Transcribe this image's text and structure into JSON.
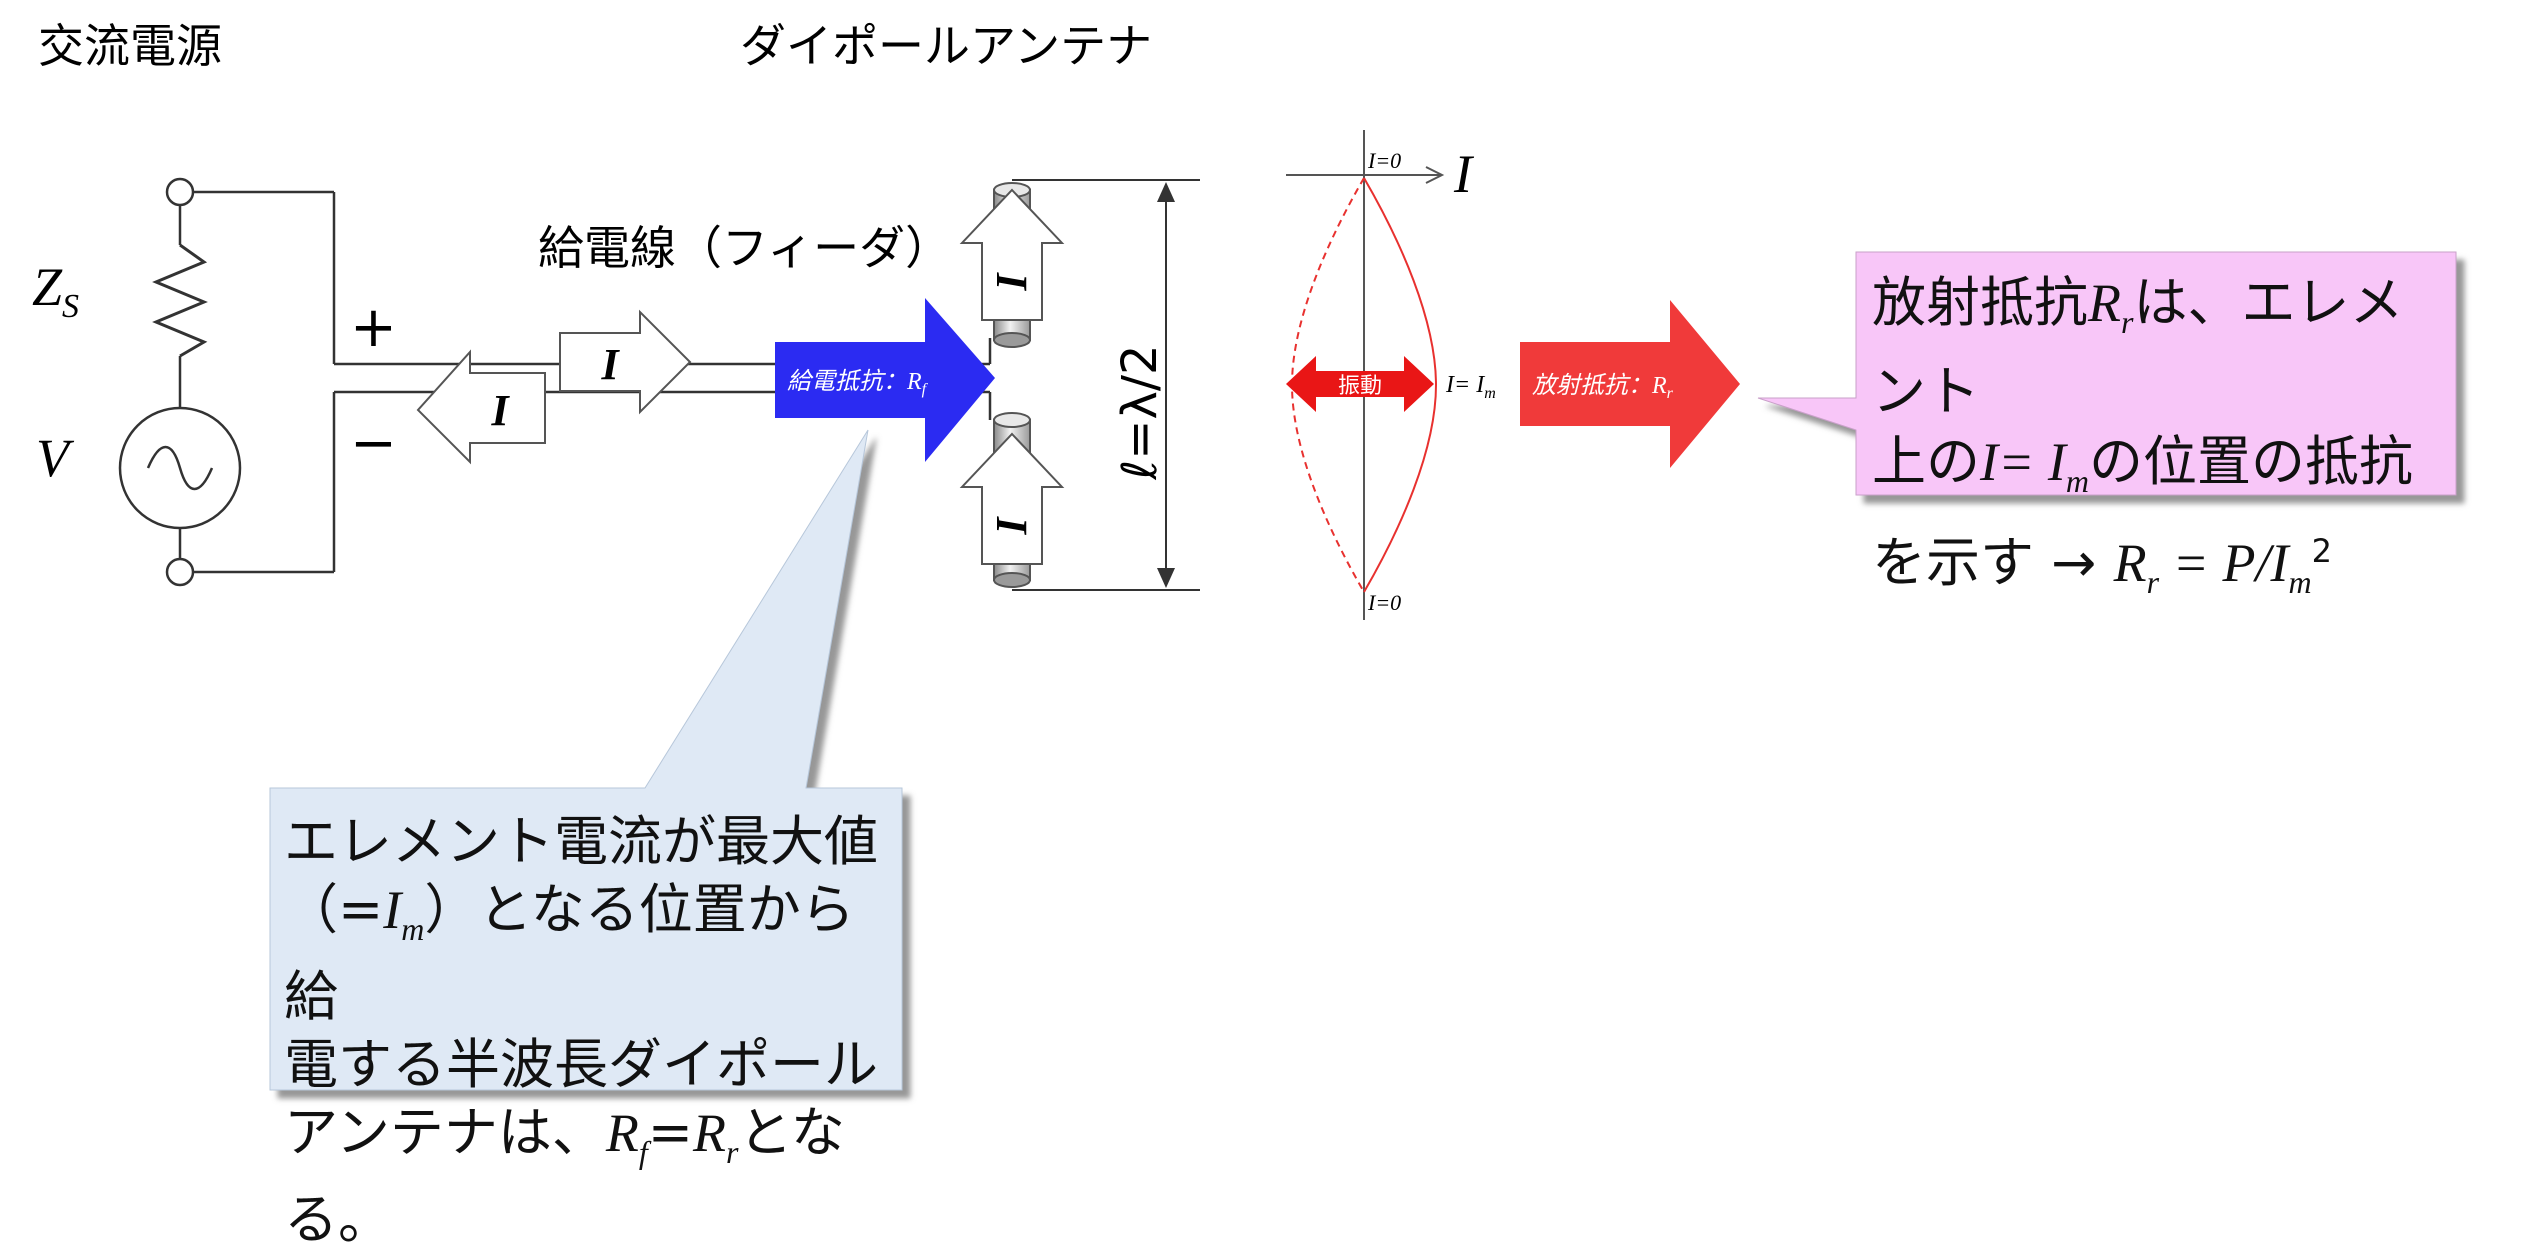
{
  "labels": {
    "ac_source": "交流電源",
    "dipole_antenna": "ダイポールアンテナ",
    "feeder_line": "給電線（フィーダ）",
    "zs_main": "Z",
    "zs_sub": "S",
    "v": "V",
    "plus": "+",
    "minus": "−",
    "current": "I",
    "length": "ℓ=λ/2",
    "feed_resistance": "給電抵抗：",
    "feed_r_main": "R",
    "feed_r_sub": "f",
    "radiation_resistance": "放射抵抗：",
    "rad_r_main": "R",
    "rad_r_sub": "r",
    "oscillation": "振動",
    "i_zero_top": "I=0",
    "i_zero_bottom": "I=0",
    "i_axis": "I",
    "i_eq_im_main": "I= I",
    "i_eq_im_sub": "m"
  },
  "callout_right": {
    "line1_a": "放射抵抗",
    "line1_r": "R",
    "line1_rsub": "r",
    "line1_b": "は、エレメント",
    "line2_a": "上の",
    "line2_i": "I= I",
    "line2_isub": "m",
    "line2_b": "の位置の抵抗",
    "line3_a": "を示す → ",
    "line3_eq_r": "R",
    "line3_eq_rsub": "r",
    "line3_eq_mid": " = P/I",
    "line3_eq_msub": "m",
    "line3_eq_sup": "2"
  },
  "callout_bottom": {
    "line1": "エレメント電流が最大値",
    "line2_a": "（=",
    "line2_i": "I",
    "line2_isub": "m",
    "line2_b": "）となる位置から給",
    "line3": "電する半波長ダイポール",
    "line4_a": "アンテナは、",
    "line4_rf": "R",
    "line4_rfsub": "f",
    "line4_eq": "=",
    "line4_rr": "R",
    "line4_rrsub": "r",
    "line4_b": "となる。"
  },
  "colors": {
    "blue_arrow": "#2b2bf2",
    "red_arrow": "#f03a3a",
    "red_curve": "#e8312f",
    "pink_callout": "#f8c6f8",
    "blue_callout": "#dfe9f5",
    "callout_shadow": "#9a9a9a"
  }
}
